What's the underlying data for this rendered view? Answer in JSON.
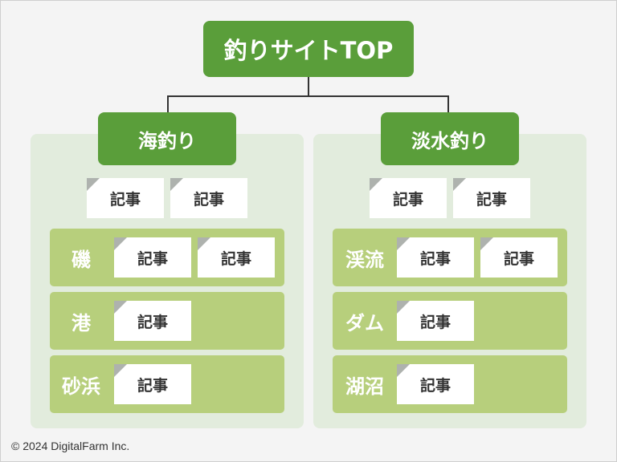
{
  "top": {
    "label": "釣りサイトTOP"
  },
  "left": {
    "category": "海釣り",
    "articles": [
      "記事",
      "記事"
    ],
    "subs": [
      {
        "label": "磯",
        "articles": [
          "記事",
          "記事"
        ]
      },
      {
        "label": "港",
        "articles": [
          "記事"
        ]
      },
      {
        "label": "砂浜",
        "articles": [
          "記事"
        ]
      }
    ]
  },
  "right": {
    "category": "淡水釣り",
    "articles": [
      "記事",
      "記事"
    ],
    "subs": [
      {
        "label": "渓流",
        "articles": [
          "記事",
          "記事"
        ]
      },
      {
        "label": "ダム",
        "articles": [
          "記事"
        ]
      },
      {
        "label": "湖沼",
        "articles": [
          "記事"
        ]
      }
    ]
  },
  "footer": {
    "copyright": "© 2024 DigitalFarm Inc."
  },
  "colors": {
    "node": "#5a9e3a",
    "panel": "#e2ecdd",
    "sub": "#b7cf7c",
    "line": "#333333"
  }
}
